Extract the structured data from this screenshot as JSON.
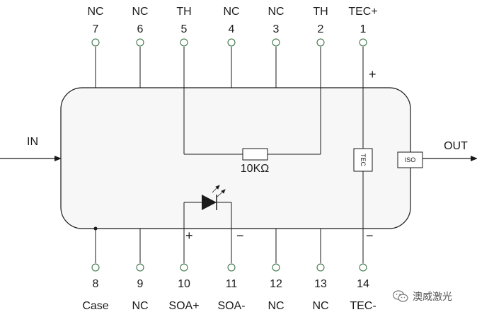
{
  "pins_top": [
    {
      "name": "NC",
      "number": "7"
    },
    {
      "name": "NC",
      "number": "6"
    },
    {
      "name": "TH",
      "number": "5"
    },
    {
      "name": "NC",
      "number": "4"
    },
    {
      "name": "NC",
      "number": "3"
    },
    {
      "name": "TH",
      "number": "2"
    },
    {
      "name": "TEC+",
      "number": "1"
    }
  ],
  "pins_bottom": [
    {
      "name": "Case",
      "number": "8"
    },
    {
      "name": "NC",
      "number": "9"
    },
    {
      "name": "SOA+",
      "number": "10"
    },
    {
      "name": "SOA-",
      "number": "11"
    },
    {
      "name": "NC",
      "number": "12"
    },
    {
      "name": "NC",
      "number": "13"
    },
    {
      "name": "TEC-",
      "number": "14"
    }
  ],
  "labels": {
    "input": "IN",
    "output": "OUT",
    "thermistor": "10KΩ",
    "tec_block": "TEC",
    "isolator": "ISO",
    "tec_plus_sign": "+",
    "tec_minus_sign": "−",
    "soa_plus_sign": "+",
    "soa_minus_sign": "−"
  },
  "watermark": {
    "text": "澳威激光",
    "icon": "wechat-icon"
  }
}
